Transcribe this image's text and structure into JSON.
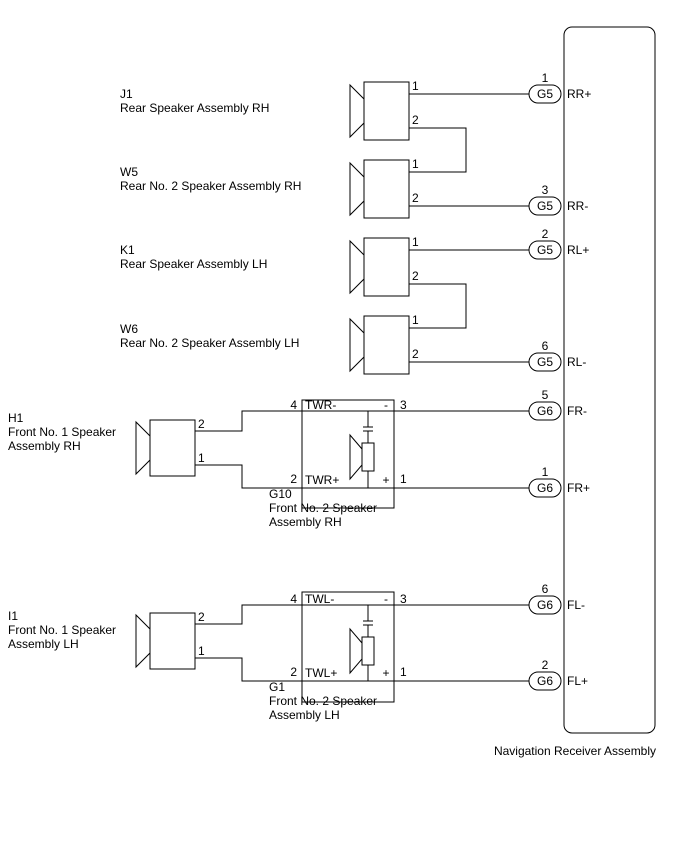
{
  "rear_speakers": [
    {
      "code": "J1",
      "name": "Rear Speaker Assembly RH",
      "pin_top": "1",
      "pin_bottom": "2",
      "top_connection": {
        "pin": "1",
        "connector": "G5",
        "terminal": "RR+"
      },
      "bottom_connection": null
    },
    {
      "code": "W5",
      "name": "Rear No. 2 Speaker Assembly RH",
      "pin_top": "1",
      "pin_bottom": "2",
      "top_connection": null,
      "bottom_connection": {
        "pin": "3",
        "connector": "G5",
        "terminal": "RR-"
      }
    },
    {
      "code": "K1",
      "name": "Rear Speaker Assembly LH",
      "pin_top": "1",
      "pin_bottom": "2",
      "top_connection": {
        "pin": "2",
        "connector": "G5",
        "terminal": "RL+"
      },
      "bottom_connection": null
    },
    {
      "code": "W6",
      "name": "Rear No. 2 Speaker Assembly LH",
      "pin_top": "1",
      "pin_bottom": "2",
      "top_connection": null,
      "bottom_connection": {
        "pin": "6",
        "connector": "G5",
        "terminal": "RL-"
      }
    }
  ],
  "front_groups": [
    {
      "speaker_code": "H1",
      "speaker_name_lines": [
        "Front No. 1 Speaker",
        "Assembly RH"
      ],
      "speaker_pin_top": "2",
      "speaker_pin_bottom": "1",
      "tweeter_code": "G10",
      "tweeter_name_lines": [
        "Front No. 2 Speaker",
        "Assembly RH"
      ],
      "tw_top_left_pin": "4",
      "tw_top_label": "TWR-",
      "tw_top_sign": "-",
      "tw_top_right_pin": "3",
      "tw_bottom_left_pin": "2",
      "tw_bottom_label": "TWR+",
      "tw_bottom_sign": "+",
      "tw_bottom_right_pin": "1",
      "top_connection": {
        "pin": "5",
        "connector": "G6",
        "terminal": "FR-"
      },
      "bottom_connection": {
        "pin": "1",
        "connector": "G6",
        "terminal": "FR+"
      }
    },
    {
      "speaker_code": "I1",
      "speaker_name_lines": [
        "Front No. 1 Speaker",
        "Assembly LH"
      ],
      "speaker_pin_top": "2",
      "speaker_pin_bottom": "1",
      "tweeter_code": "G1",
      "tweeter_name_lines": [
        "Front No. 2 Speaker",
        "Assembly LH"
      ],
      "tw_top_left_pin": "4",
      "tw_top_label": "TWL-",
      "tw_top_sign": "-",
      "tw_top_right_pin": "3",
      "tw_bottom_left_pin": "2",
      "tw_bottom_label": "TWL+",
      "tw_bottom_sign": "+",
      "tw_bottom_right_pin": "1",
      "top_connection": {
        "pin": "6",
        "connector": "G6",
        "terminal": "FL-"
      },
      "bottom_connection": {
        "pin": "2",
        "connector": "G6",
        "terminal": "FL+"
      }
    }
  ],
  "receiver": {
    "name": "Navigation Receiver Assembly"
  },
  "icons": [
    "speaker-icon",
    "tweeter-icon",
    "connector-icon"
  ],
  "colors": {
    "line": "#000000",
    "background": "#ffffff"
  }
}
